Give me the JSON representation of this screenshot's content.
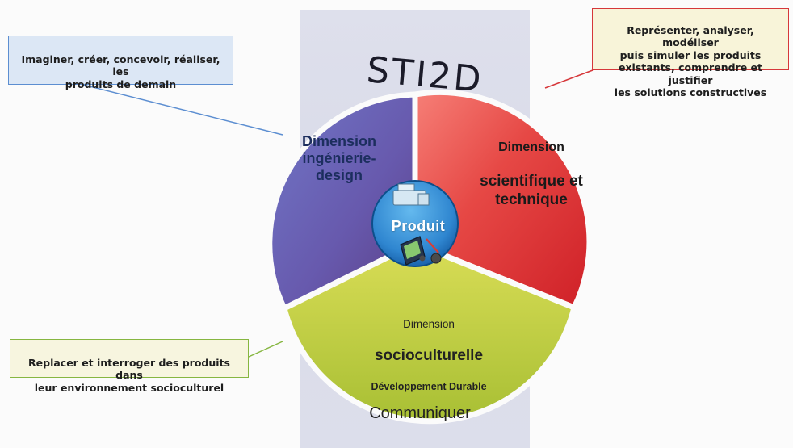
{
  "title": "STI2D",
  "center": {
    "label": "Produit",
    "icon": "product-icon"
  },
  "segments": {
    "ingenierie_design": {
      "title": "Dimension\ningénierie-\ndesign",
      "color": "#6b68b7"
    },
    "scientifique_technique": {
      "title_top": "Dimension",
      "title_main": "scientifique et\ntechnique",
      "color": "#de2f32"
    },
    "socioculturelle": {
      "title_top": "Dimension",
      "title_main": "socioculturelle",
      "subtitle": "Développement Durable",
      "color": "#c7d23f"
    }
  },
  "callouts": {
    "design": {
      "text": "Imaginer, créer, concevoir, réaliser, les\nproduits de demain",
      "border_color": "#5c8ed1",
      "bg_color": "#dce7f5"
    },
    "science": {
      "text": "Représenter, analyser, modéliser\npuis simuler les produits\nexistants, comprendre et justifier\nles solutions constructives",
      "border_color": "#d6373a",
      "bg_color": "#f8f4d9"
    },
    "socio": {
      "text": "Replacer et interroger des produits dans\nleur environnement socioculturel",
      "border_color": "#86b640",
      "bg_color": "#f7f5df"
    }
  },
  "footer": "Communiquer"
}
